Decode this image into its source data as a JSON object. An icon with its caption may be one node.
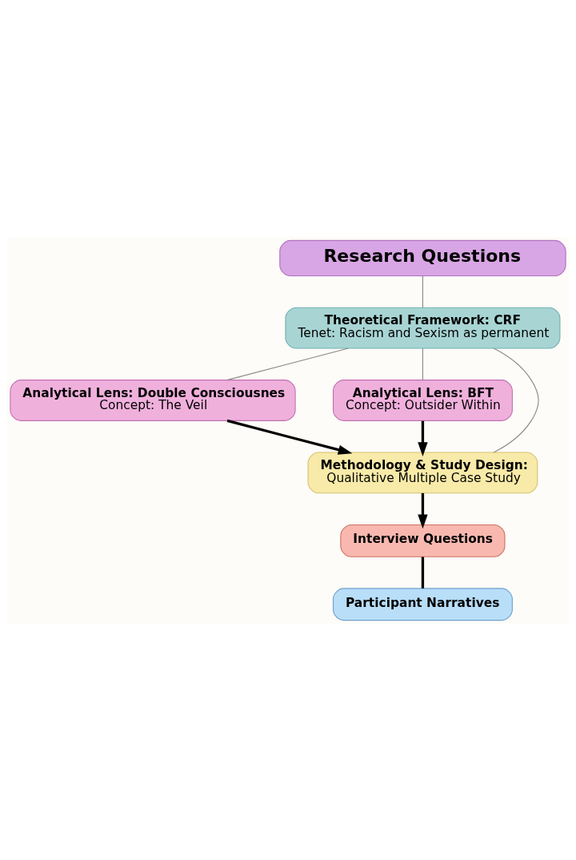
{
  "diagram": {
    "nodes": [
      {
        "text": [
          "Research Questions"
        ]
      },
      {
        "text": [
          "Theoretical Framework: CRF",
          "Tenet: Racism and Sexism as permanent"
        ]
      },
      {
        "text": [
          "Analytical Lens: Double Consciousnes",
          "Concept: The Veil"
        ]
      },
      {
        "text": [
          "Analytical Lens: BFT",
          "Concept: Outsider Within"
        ]
      },
      {
        "text": [
          "Methodology & Study Design:",
          "Qualitative Multiple Case Study"
        ]
      },
      {
        "text": [
          "Interview Questions"
        ]
      },
      {
        "text": [
          "Participant Narratives"
        ]
      }
    ],
    "edges": [
      {
        "from": 0,
        "to": 1,
        "arrow": "none"
      },
      {
        "from": 1,
        "to": 2,
        "arrow": "none"
      },
      {
        "from": 1,
        "to": 3,
        "arrow": "none"
      },
      {
        "from": 1,
        "to": 4,
        "arrow": "none"
      },
      {
        "from": 2,
        "to": 4,
        "arrow": "to",
        "style": "thick",
        "color": "#000000"
      },
      {
        "from": 3,
        "to": 4,
        "arrow": "to",
        "style": "thick",
        "color": "#000000"
      },
      {
        "from": 4,
        "to": 5,
        "arrow": "to",
        "style": "thick",
        "color": "#000000"
      },
      {
        "from": 5,
        "to": 6,
        "arrow": "none",
        "style": "thick",
        "color": "#000000"
      }
    ]
  }
}
